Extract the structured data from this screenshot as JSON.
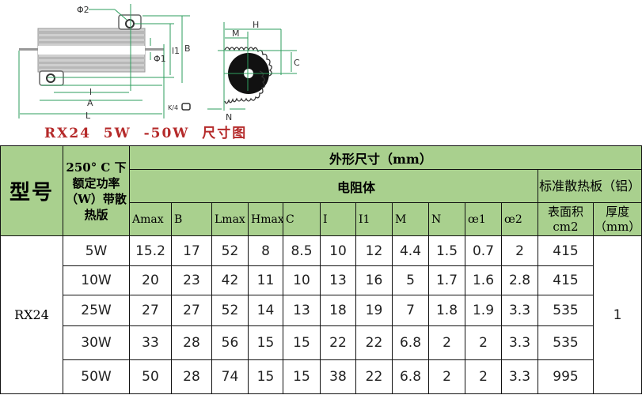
{
  "diagram": {
    "caption": "RX24  5W  -50W  尺寸图",
    "labels": {
      "phi2": "Φ2",
      "phi1": "Φ1",
      "l1": "l1",
      "B": "B",
      "l": "l",
      "A": "A",
      "L": "L",
      "H": "H",
      "M": "M",
      "C": "C",
      "N": "N",
      "kit": "K/4"
    }
  },
  "table": {
    "header": {
      "model": "型号",
      "power": "250° C 下额定功率（W）带散热版",
      "outline": "外形尺寸（mm）",
      "resistor_body": "电阻体",
      "heatsink": "标准散热板（铝）",
      "columns": [
        "Amax",
        "B",
        "Lmax",
        "Hmax",
        "C",
        "I",
        "I1",
        "M",
        "N",
        "œ1",
        "œ2"
      ],
      "surface_area": "表面积cm2",
      "thickness": "厚度（mm）"
    },
    "model": "RX24",
    "thickness_value": "1",
    "rows": [
      {
        "power": "5W",
        "values": [
          "15.2",
          "17",
          "52",
          "8",
          "8.5",
          "10",
          "12",
          "4.4",
          "1.5",
          "0.7",
          "2"
        ],
        "area": "415"
      },
      {
        "power": "10W",
        "values": [
          "20",
          "23",
          "42",
          "11",
          "10",
          "13",
          "16",
          "5",
          "1.7",
          "1.6",
          "2.8"
        ],
        "area": "415"
      },
      {
        "power": "25W",
        "values": [
          "27",
          "27",
          "52",
          "14",
          "13",
          "18",
          "19",
          "7",
          "1.8",
          "1.9",
          "3.3"
        ],
        "area": "535"
      },
      {
        "power": "30W",
        "values": [
          "33",
          "28",
          "56",
          "15",
          "15",
          "22",
          "22",
          "6.8",
          "2",
          "2",
          "3.3"
        ],
        "area": "535"
      },
      {
        "power": "50W",
        "values": [
          "50",
          "28",
          "74",
          "15",
          "15",
          "38",
          "22",
          "6.8",
          "2",
          "2",
          "3.3"
        ],
        "area": "995"
      }
    ]
  },
  "colors": {
    "header_bg": "#a9d08e",
    "caption": "#b52a2a",
    "dimension_line": "#2e9e5e"
  }
}
